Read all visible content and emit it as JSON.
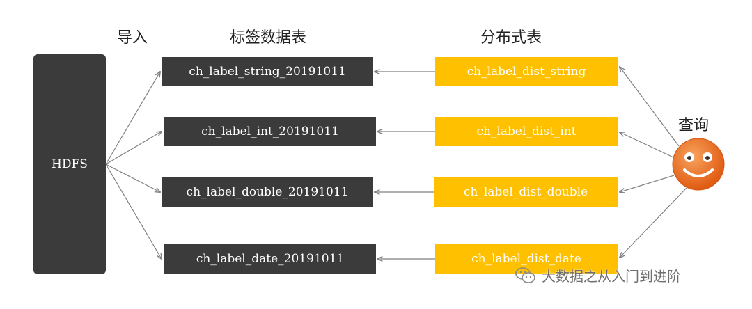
{
  "headings": {
    "import": "导入",
    "label_tables": "标签数据表",
    "distributed_tables": "分布式表",
    "query": "查询"
  },
  "source": {
    "label": "HDFS"
  },
  "label_tables": [
    "ch_label_string_20191011",
    "ch_label_int_20191011",
    "ch_label_double_20191011",
    "ch_label_date_20191011"
  ],
  "dist_tables": [
    "ch_label_dist_string",
    "ch_label_dist_int",
    "ch_label_dist_double",
    "ch_label_dist_date"
  ],
  "watermark": {
    "text": "大数据之从入门到进阶",
    "icon": "wechat-icon"
  },
  "colors": {
    "dark_box": "#3b3b3b",
    "dist_box": "#ffc000",
    "smiley": "#e8641e",
    "arrow": "#7f7f7f"
  }
}
